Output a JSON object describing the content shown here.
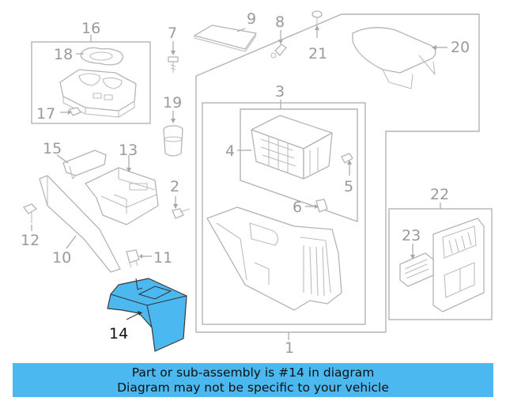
{
  "colors": {
    "highlight": "#4bb8f0",
    "banner_background": "#4bb8f0",
    "linework": "#b4b4b4",
    "label_text": "#9a9a9a"
  },
  "callouts": {
    "c1": "1",
    "c2": "2",
    "c3": "3",
    "c4": "4",
    "c5": "5",
    "c6": "6",
    "c7": "7",
    "c8": "8",
    "c9": "9",
    "c10": "10",
    "c11": "11",
    "c12": "12",
    "c13": "13",
    "c14": "14",
    "c15": "15",
    "c16": "16",
    "c17": "17",
    "c18": "18",
    "c19": "19",
    "c20": "20",
    "c21": "21",
    "c22": "22",
    "c23": "23"
  },
  "banner": {
    "line1": "Part or sub-assembly is #14 in diagram",
    "line2": "Diagram may not be specific to your vehicle"
  }
}
